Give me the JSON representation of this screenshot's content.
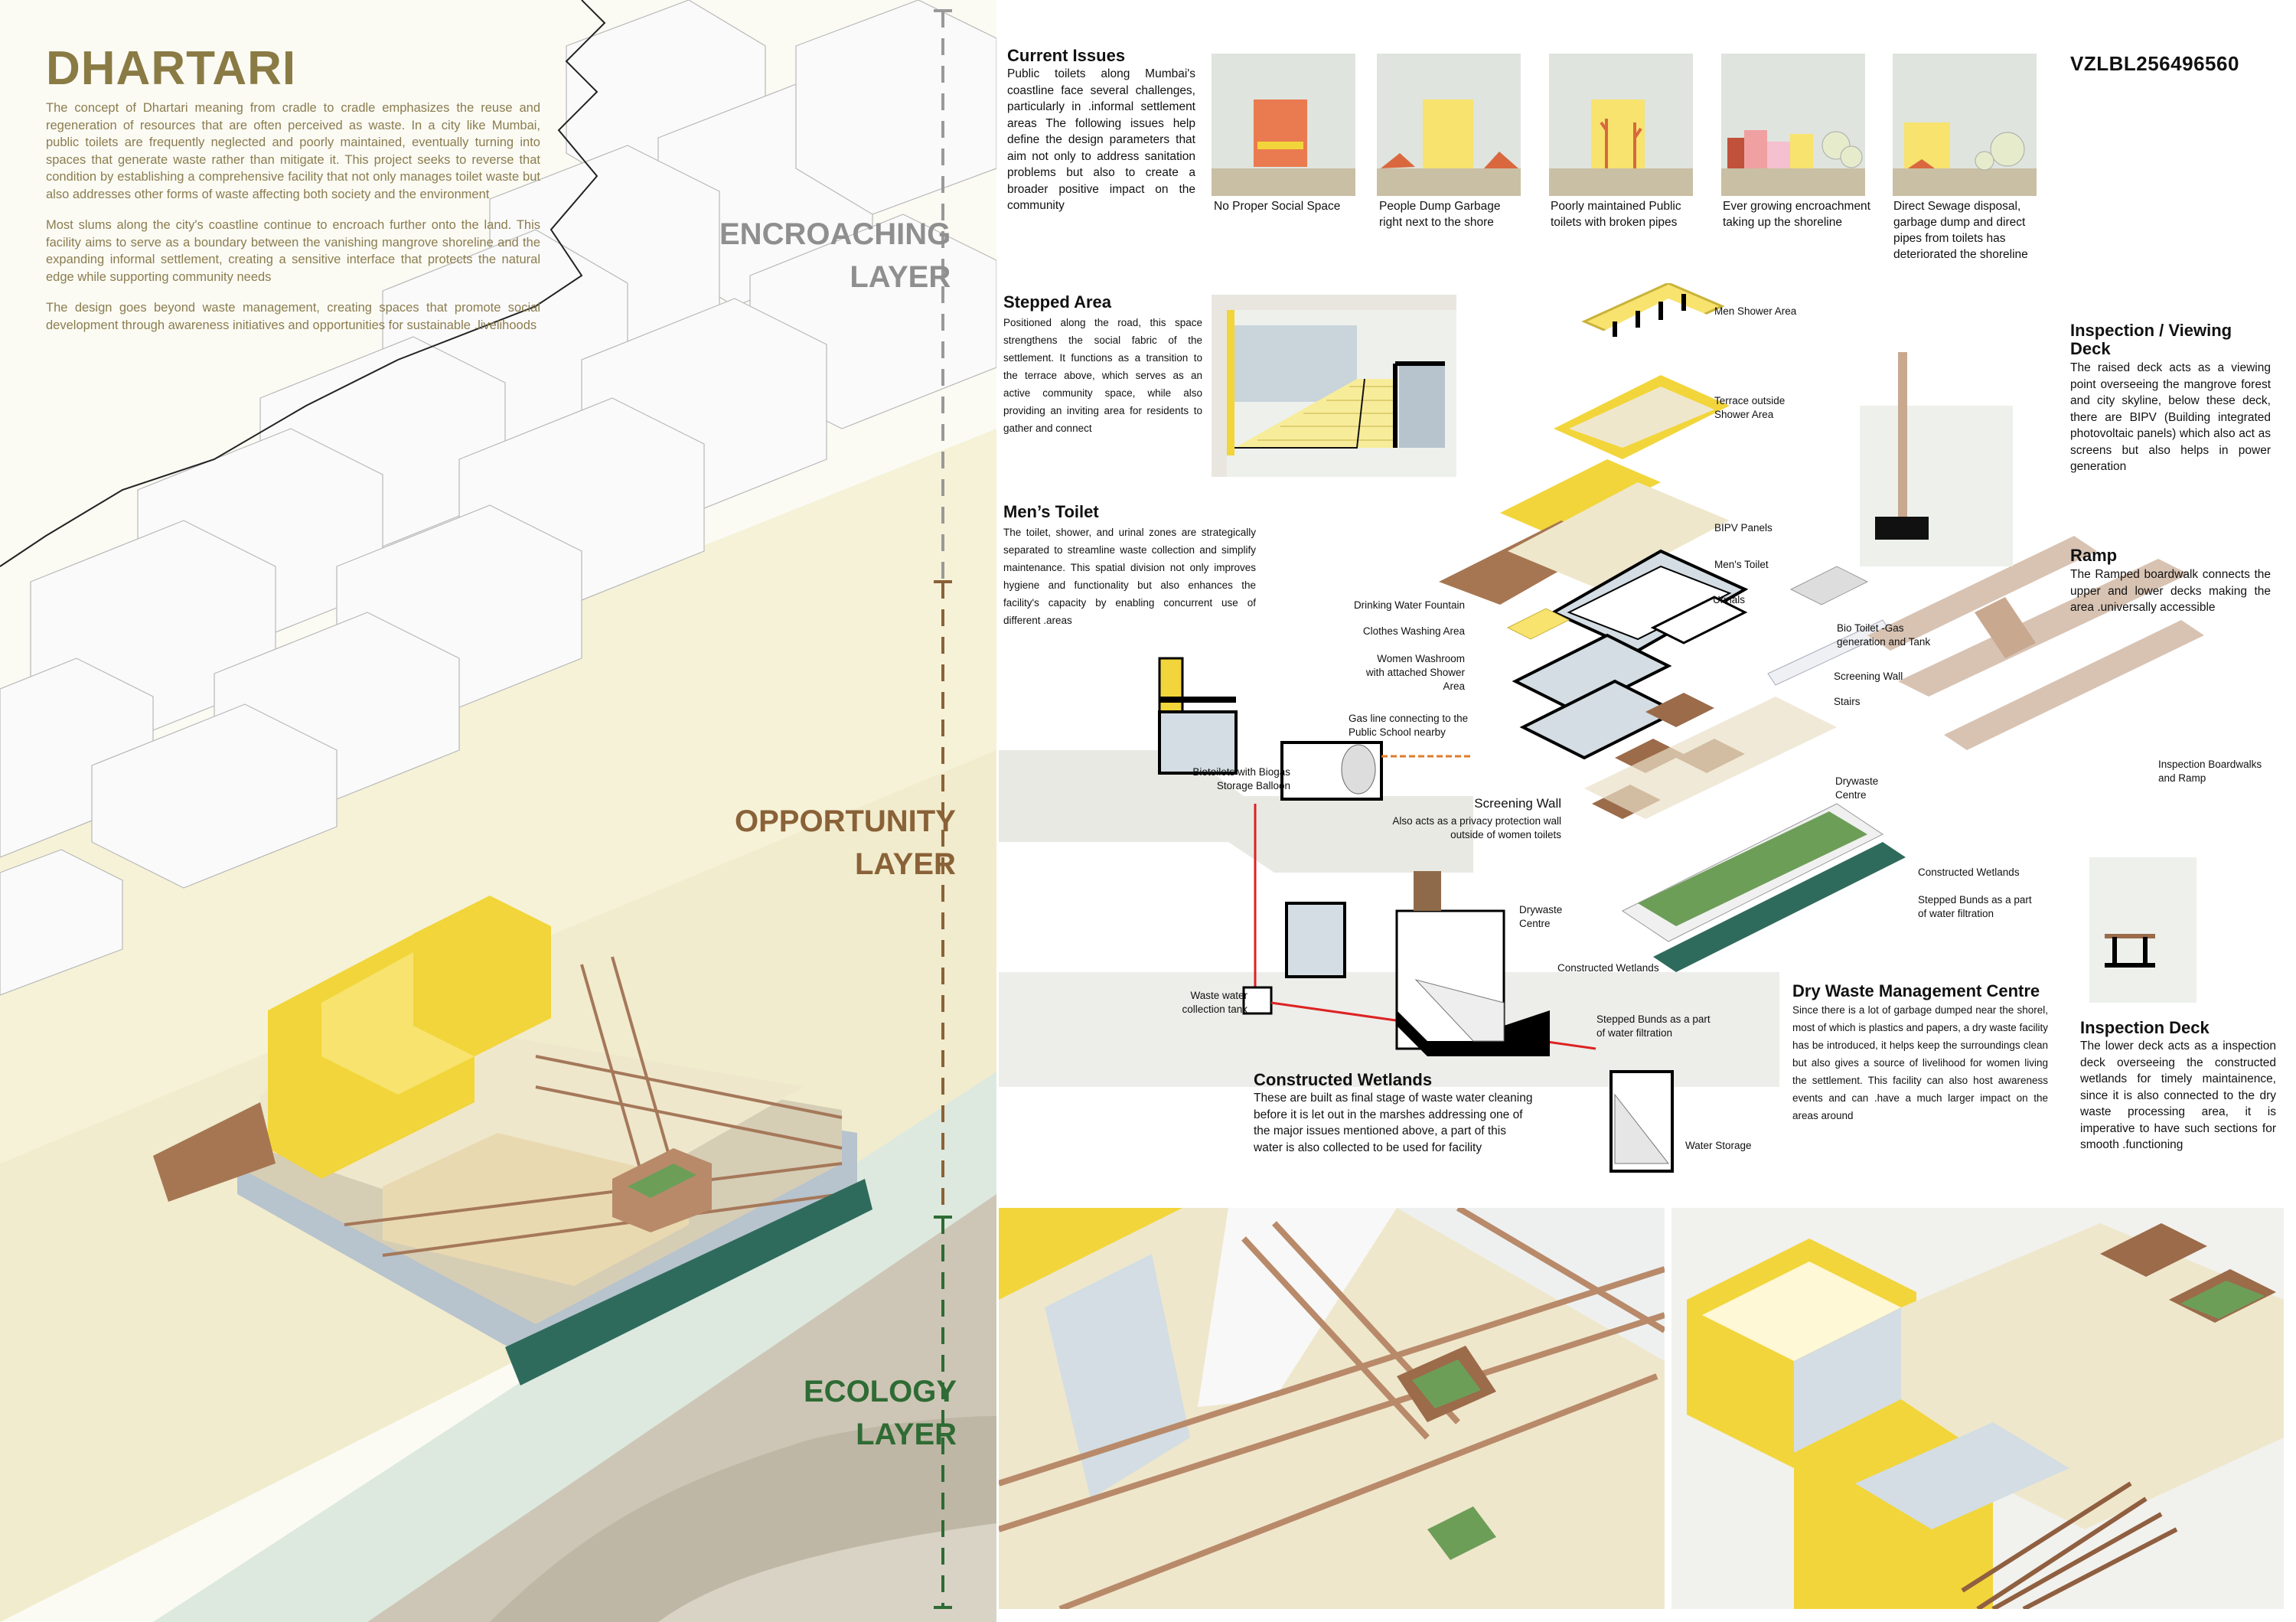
{
  "project_code": "VZLBL256496560",
  "title": "DHARTARI",
  "intro": {
    "p1": "The concept of Dhartari meaning from cradle to cradle emphasizes the reuse and regeneration of resources that are often perceived as waste. In a city like Mumbai, public toilets are frequently neglected and poorly maintained, eventually turning into spaces that generate waste rather than mitigate it. This project seeks to reverse that condition by establishing a comprehensive facility that not only manages toilet waste but also addresses other forms of waste affecting both society and the environment",
    "p2": "Most slums along the city's coastline continue to encroach further onto the land. This facility aims to serve as a boundary between the vanishing mangrove shoreline and the expanding informal settlement, creating a sensitive interface that protects the natural edge while supporting community needs",
    "p3": "The design goes beyond waste management, creating spaces that promote social development through awareness initiatives and opportunities for sustainable .livelihoods"
  },
  "layers": {
    "encroaching_1": "ENCROACHING",
    "encroaching_2": "LAYER",
    "opportunity_1": "OPPORTUNITY",
    "opportunity_2": "LAYER",
    "ecology_1": "ECOLOGY",
    "ecology_2": "LAYER"
  },
  "current_issues": {
    "heading": "Current Issues",
    "text": "Public toilets along Mumbai's coastline face several challenges, particularly in .informal settlement areas The following issues help define the design parameters that aim not only to address sanitation problems but also to create a broader positive impact on the community",
    "items": [
      {
        "caption": "No Proper Social Space"
      },
      {
        "caption": "People Dump Garbage right next to the shore"
      },
      {
        "caption": "Poorly maintained Public toilets with broken pipes"
      },
      {
        "caption": "Ever growing encroachment taking up the shoreline"
      },
      {
        "caption": "Direct Sewage disposal, garbage dump and direct pipes from toilets has deteriorated the shoreline"
      }
    ]
  },
  "stepped_area": {
    "heading": "Stepped Area",
    "text": "Positioned along the road, this space strengthens the social fabric of the settlement. It functions as a transition to the terrace above, which serves as an active community space, while also providing an inviting area for residents to gather and connect"
  },
  "mens_toilet": {
    "heading": "Men’s Toilet",
    "text": "The toilet, shower, and urinal zones are strategically separated to streamline waste collection and simplify maintenance. This spatial division not only improves hygiene and functionality but also enhances the facility's capacity by enabling concurrent use of different .areas"
  },
  "section_labels": {
    "biotoilets": "Biotoilets with Biogas Storage Balloon",
    "gas_line": "Gas line connecting to the Public School nearby",
    "waste_water": "Waste water collection tank",
    "drywaste": "Drywaste Centre",
    "constructed_wetlands": "Constructed Wetlands",
    "stepped_bunds": "Stepped Bunds as a part of water filtration",
    "water_storage": "Water Storage"
  },
  "constructed_wetlands": {
    "heading": "Constructed Wetlands",
    "text": "These are built as final stage of waste water cleaning before it is let out in the marshes addressing one of the major issues mentioned above, a part of this water is also collected to be used for facility"
  },
  "exploded_labels": {
    "men_shower": "Men Shower Area",
    "terrace": "Terrace outside Shower Area",
    "bipv": "BIPV Panels",
    "mens_toilet": "Men's Toilet",
    "urinals": "Urinals",
    "drinking_water": "Drinking Water Fountain",
    "clothes_washing": "Clothes Washing  Area",
    "women_washroom": "Women Washroom with attached Shower Area",
    "bio_toilet": "Bio Toilet -Gas generation and Tank",
    "screening_wall_small": "Screening Wall",
    "stairs": "Stairs",
    "drywaste_centre": "Drywaste Centre",
    "screening_wall_heading": "Screening Wall",
    "screening_wall_text": "Also acts as a privacy protection wall outside of women toilets",
    "constructed_wetlands": "Constructed Wetlands",
    "stepped_bunds": "Stepped Bunds as a part of water filtration",
    "inspection_boardwalks": "Inspection Boardwalks and Ramp"
  },
  "dry_waste": {
    "heading": "Dry Waste Management Centre",
    "text": "Since there is a lot of garbage dumped near the shorel, most of which is plastics and papers, a dry waste facility has be introduced, it helps keep the surroundings clean but also gives a source of livelihood for women living the settlement. This facility can also host awareness events and can .have a much larger impact on the areas around"
  },
  "inspection_viewing": {
    "heading": "Inspection / Viewing Deck",
    "text": "The raised deck acts as a viewing point overseeing the mangrove forest and city skyline, below these deck, there are BIPV (Building integrated photovoltaic panels) which also act as screens but also helps in power generation"
  },
  "ramp": {
    "heading": "Ramp",
    "text": "The Ramped boardwalk connects the upper and lower decks making the area .universally accessible"
  },
  "inspection_deck": {
    "heading": "Inspection Deck",
    "text": "The lower deck acts as a inspection deck overseeing the constructed wetlands for timely maintainence, since it is also connected to the dry waste processing area, it is imperative to have such sections for smooth .functioning"
  },
  "colors": {
    "yellow": "#f2d53a",
    "wood": "#b88a6a",
    "olive_text": "#8b7c4e",
    "grey_layer": "#8f8f8f",
    "brown_layer": "#8a6238",
    "green_layer": "#2f6b34",
    "wall": "#d3dde3",
    "wetland": "#5f9e5c"
  }
}
